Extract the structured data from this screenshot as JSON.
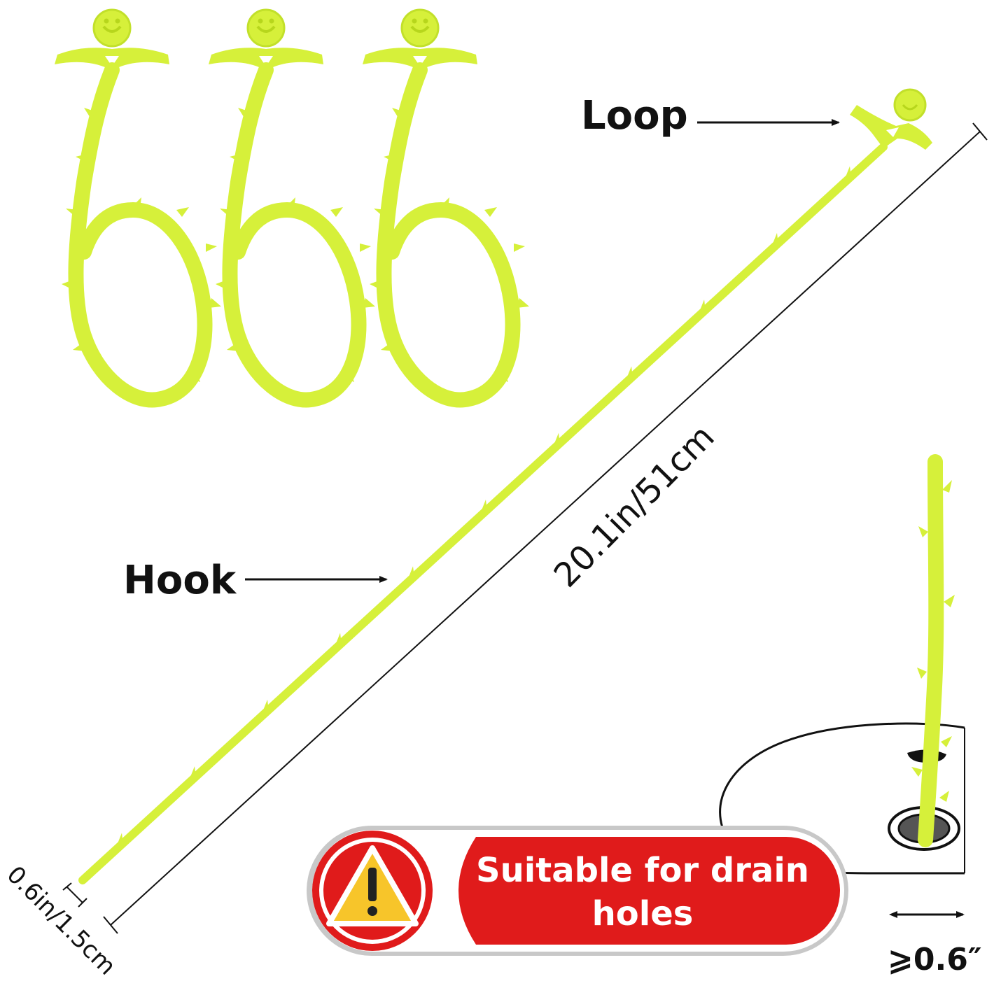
{
  "labels": {
    "loop": "Loop",
    "hook": "Hook",
    "length": "20.1in/51cm",
    "width": "0.6in/1.5cm",
    "hole_size": "⩾0.6″"
  },
  "banner": {
    "line1": "Suitable for drain",
    "line2": "holes",
    "icon": "warning-icon"
  },
  "colors": {
    "hook_green": "#d6f03a",
    "hook_green_dark": "#b7d61c",
    "banner_red": "#e01b1b",
    "warning_yellow": "#f7c52a"
  }
}
